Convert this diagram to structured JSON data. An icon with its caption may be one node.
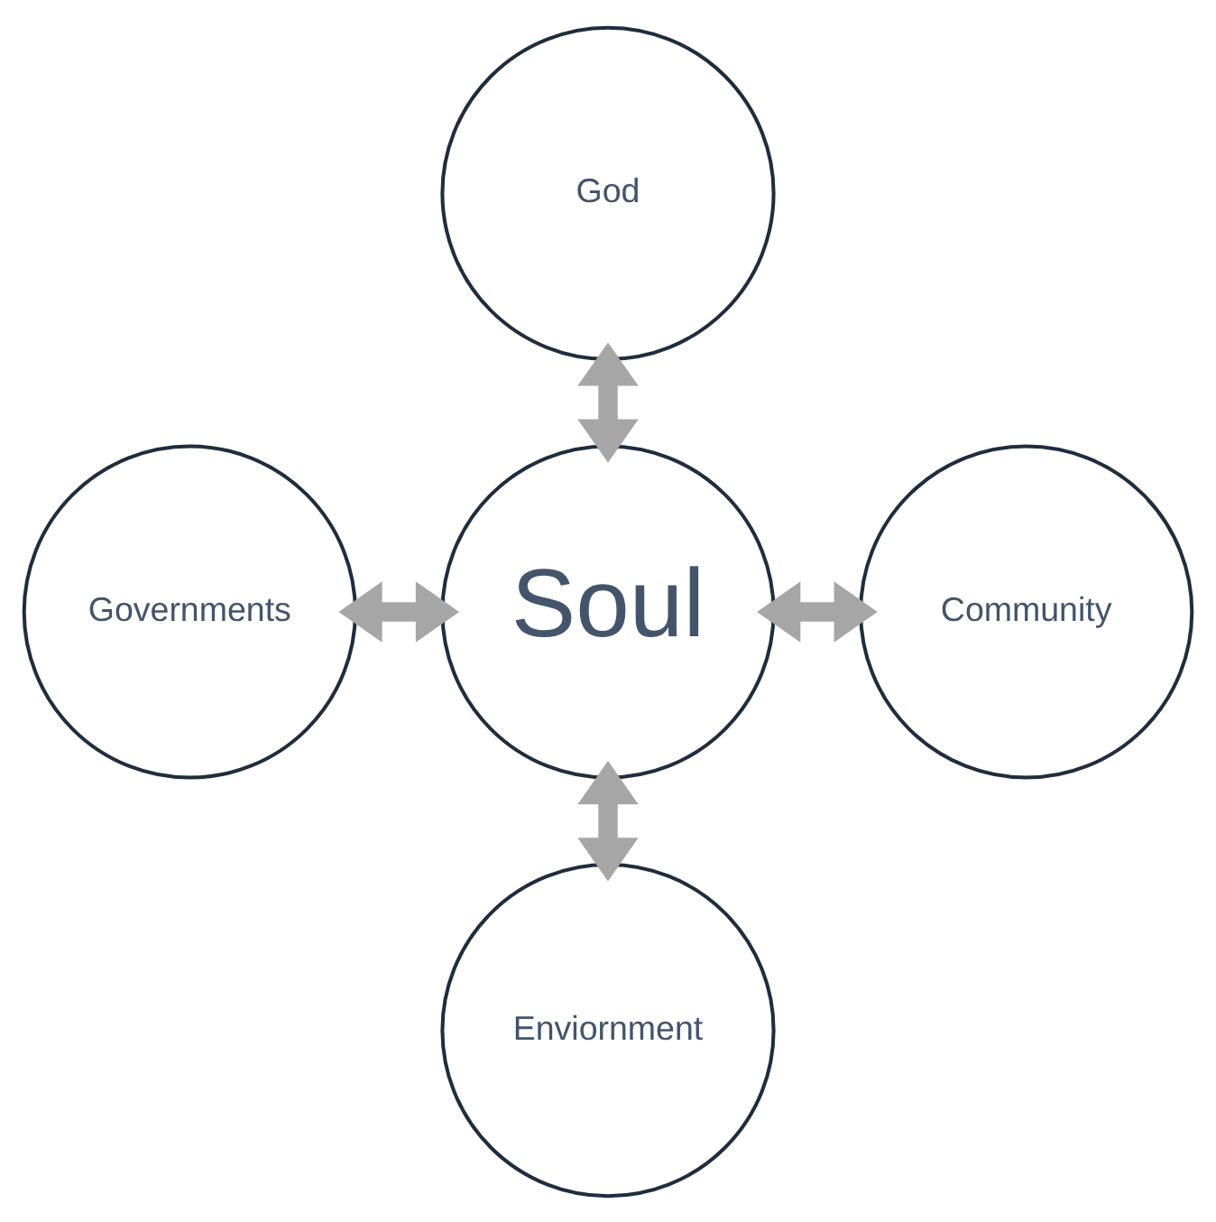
{
  "diagram": {
    "nodes": [
      {
        "text": [
          "God"
        ]
      },
      {
        "text": [
          "Governments"
        ]
      },
      {
        "text": [
          "Soul"
        ]
      },
      {
        "text": [
          "Community"
        ]
      },
      {
        "text": [
          "Enviornment"
        ]
      }
    ],
    "edges": [
      {
        "from": 0,
        "to": 2,
        "arrow": "both"
      },
      {
        "from": 1,
        "to": 2,
        "arrow": "both"
      },
      {
        "from": 2,
        "to": 3,
        "arrow": "both"
      },
      {
        "from": 2,
        "to": 4,
        "arrow": "both"
      }
    ]
  }
}
